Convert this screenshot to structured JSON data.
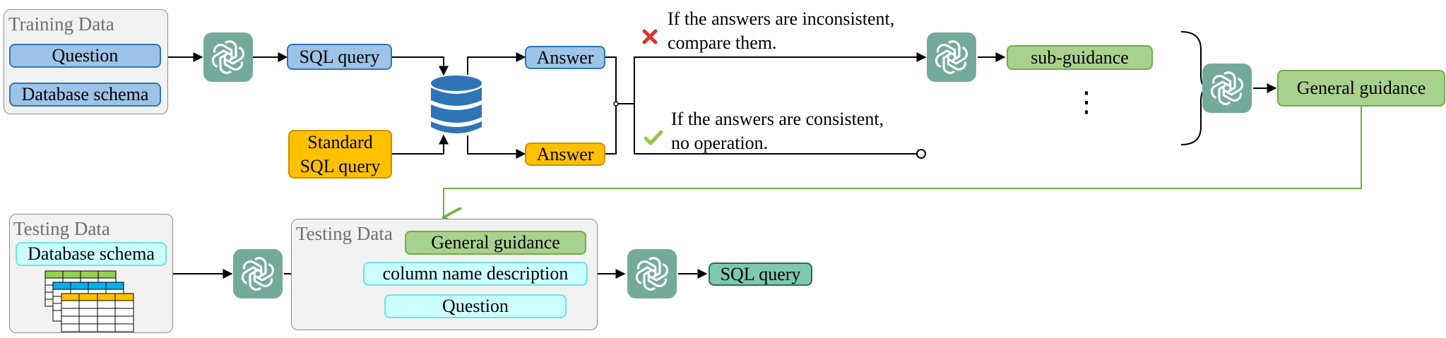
{
  "training": {
    "title": "Training Data",
    "question": "Question",
    "schema": "Database schema"
  },
  "sql_query_1": "SQL query",
  "standard_sql": {
    "line1": "Standard",
    "line2": "SQL query"
  },
  "answer_top": "Answer",
  "answer_bottom": "Answer",
  "inconsistent_note": {
    "line1": "If the answers are inconsistent,",
    "line2": "compare them."
  },
  "consistent_note": {
    "line1": "If the answers are consistent,",
    "line2": "no operation."
  },
  "sub_guidance": "sub-guidance",
  "ellipsis": "⋮",
  "general_guidance": "General guidance",
  "testing_left": {
    "title": "Testing Data",
    "schema": "Database schema"
  },
  "testing_right": {
    "title": "Testing Data",
    "general_guidance": "General guidance",
    "column_desc": "column name description",
    "question": "Question"
  },
  "sql_query_final": "SQL query",
  "colors": {
    "blue_fill": "#9dc3e6",
    "orange_fill": "#ffc000",
    "green_fill": "#a9d18e",
    "cyan_fill": "#ccffff",
    "teal_fill": "#7fc8b0",
    "gpt_icon": "#74aa9c",
    "cross": "#e0302c",
    "check": "#92c83e",
    "green_line": "#70ad47"
  },
  "icons": [
    "openai-logo-icon",
    "database-icon",
    "cross-icon",
    "check-icon",
    "table-stack-icon",
    "curly-brace-icon"
  ]
}
